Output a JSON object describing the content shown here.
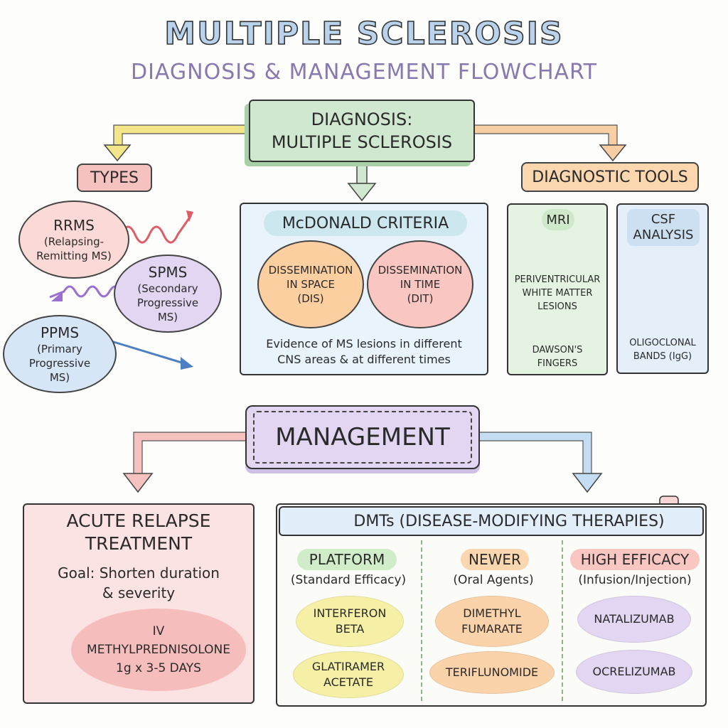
{
  "title": "MULTIPLE SCLEROSIS",
  "subtitle": "DIAGNOSIS & MANAGEMENT FLOWCHART",
  "diagnosis": {
    "line1": "DIAGNOSIS:",
    "line2": "MULTIPLE SCLEROSIS"
  },
  "types": {
    "label": "TYPES",
    "rrms": {
      "abbr": "RRMS",
      "line1": "(Relapsing-",
      "line2": "Remitting MS)"
    },
    "spms": {
      "abbr": "SPMS",
      "line1": "(Secondary",
      "line2": "Progressive",
      "line3": "MS)"
    },
    "ppms": {
      "abbr": "PPMS",
      "line1": "(Primary",
      "line2": "Progressive",
      "line3": "MS)"
    }
  },
  "mcdonald": {
    "title": "McDONALD CRITERIA",
    "dis": {
      "line1": "DISSEMINATION",
      "line2": "IN SPACE",
      "line3": "(DIS)"
    },
    "dit": {
      "line1": "DISSEMINATION",
      "line2": "IN TIME",
      "line3": "(DIT)"
    },
    "text1": "Evidence of MS lesions in different",
    "text2": "CNS areas & at different times"
  },
  "tools": {
    "label": "DIAGNOSTIC TOOLS",
    "mri": {
      "title": "MRI",
      "l1": "PERIVENTRICULAR",
      "l2": "WHITE MATTER",
      "l3": "LESIONS",
      "d1": "DAWSON'S",
      "d2": "FINGERS"
    },
    "csf": {
      "t1": "CSF",
      "t2": "ANALYSIS",
      "b1": "OLIGOCLONAL",
      "b2": "BANDS (IgG)"
    }
  },
  "management": "MANAGEMENT",
  "acute": {
    "t1": "ACUTE RELAPSE",
    "t2": "TREATMENT",
    "g1": "Goal: Shorten duration",
    "g2": "& severity",
    "iv1": "IV",
    "iv2": "METHYLPREDNISOLONE",
    "iv3": "1g x 3-5 DAYS"
  },
  "dmt": {
    "header": "DMTs (DISEASE-MODIFYING THERAPIES)",
    "platform": {
      "label": "PLATFORM",
      "sub": "(Standard Efficacy)",
      "a1": "INTERFERON",
      "a2": "BETA",
      "b1": "GLATIRAMER",
      "b2": "ACETATE"
    },
    "newer": {
      "label": "NEWER",
      "sub": "(Oral Agents)",
      "a1": "DIMETHYL",
      "a2": "FUMARATE",
      "b": "TERIFLUNOMIDE"
    },
    "high": {
      "label": "HIGH EFFICACY",
      "sub": "(Infusion/Injection)",
      "a": "NATALIZUMAB",
      "b": "OCRELIZUMAB"
    }
  },
  "colors": {
    "green": "#cfe8cf",
    "red": "#f6c2c0",
    "orange": "#fbd7b0",
    "purple": "#e3d6f2",
    "blue": "#d6e6f7",
    "yellow": "#f5f0a6"
  }
}
